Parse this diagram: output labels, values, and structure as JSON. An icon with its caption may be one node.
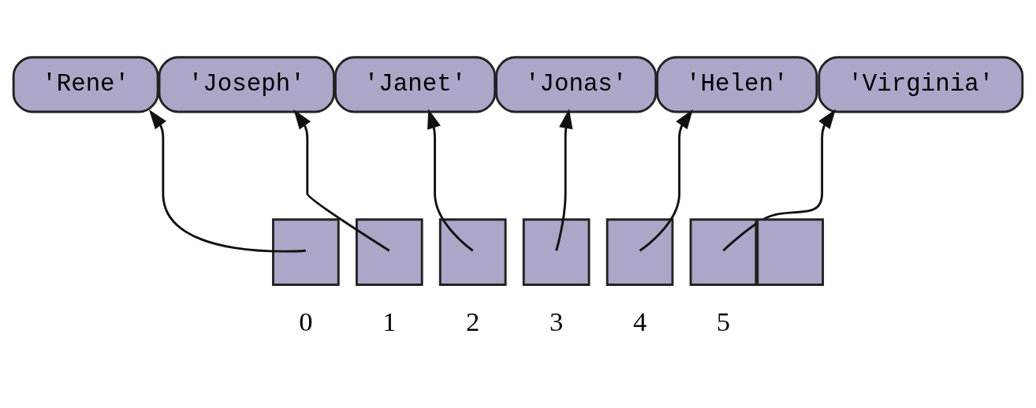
{
  "diagram": {
    "nodes": [
      {
        "text": [
          "'Rene'"
        ]
      },
      {
        "text": [
          "'Joseph'"
        ]
      },
      {
        "text": [
          "'Janet'"
        ]
      },
      {
        "text": [
          "'Jonas'"
        ]
      },
      {
        "text": [
          "'Helen'"
        ]
      },
      {
        "text": [
          "'Virginia'"
        ]
      },
      {
        "text": [],
        "shape": "box",
        "beside": [
          "0"
        ]
      },
      {
        "text": [],
        "shape": "box",
        "beside": [
          "1"
        ]
      },
      {
        "text": [],
        "shape": "box",
        "beside": [
          "2"
        ]
      },
      {
        "text": [],
        "shape": "box",
        "beside": [
          "3"
        ]
      },
      {
        "text": [],
        "shape": "box",
        "beside": [
          "4"
        ]
      },
      {
        "text": [],
        "shape": "box",
        "beside": [
          "5"
        ]
      },
      {
        "text": [],
        "shape": "box"
      }
    ],
    "edges": [
      {
        "from": 6,
        "to": 0,
        "arrow": "to"
      },
      {
        "from": 7,
        "to": 1,
        "arrow": "to"
      },
      {
        "from": 8,
        "to": 2,
        "arrow": "to"
      },
      {
        "from": 9,
        "to": 3,
        "arrow": "to"
      },
      {
        "from": 10,
        "to": 4,
        "arrow": "to"
      },
      {
        "from": 11,
        "to": 5,
        "arrow": "to"
      }
    ]
  }
}
